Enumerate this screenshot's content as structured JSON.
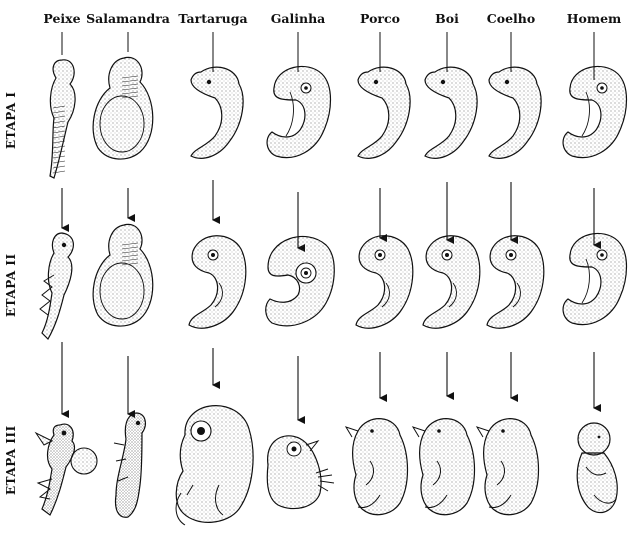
{
  "columns": [
    "Peixe",
    "Salamandra",
    "Tartaruga",
    "Galinha",
    "Porco",
    "Boi",
    "Coelho",
    "Homem"
  ],
  "rows": [
    "ETAPA I",
    "ETAPA II",
    "ETAPA III"
  ],
  "embryos": [
    {
      "species": "Peixe",
      "stage": "ETAPA I",
      "shape": "curved-body"
    },
    {
      "species": "Salamandra",
      "stage": "ETAPA I",
      "shape": "yolk-sac"
    },
    {
      "species": "Tartaruga",
      "stage": "ETAPA I",
      "shape": "c-curl"
    },
    {
      "species": "Galinha",
      "stage": "ETAPA I",
      "shape": "c-curl-large-head"
    },
    {
      "species": "Porco",
      "stage": "ETAPA I",
      "shape": "c-curl"
    },
    {
      "species": "Boi",
      "stage": "ETAPA I",
      "shape": "c-curl"
    },
    {
      "species": "Coelho",
      "stage": "ETAPA I",
      "shape": "c-curl"
    },
    {
      "species": "Homem",
      "stage": "ETAPA I",
      "shape": "c-curl-large-head"
    },
    {
      "species": "Peixe",
      "stage": "ETAPA II",
      "shape": "fish-larva"
    },
    {
      "species": "Salamandra",
      "stage": "ETAPA II",
      "shape": "yolk-sac"
    },
    {
      "species": "Tartaruga",
      "stage": "ETAPA II",
      "shape": "c-curl-eye"
    },
    {
      "species": "Galinha",
      "stage": "ETAPA II",
      "shape": "c-curl-eye-large"
    },
    {
      "species": "Porco",
      "stage": "ETAPA II",
      "shape": "c-curl-eye"
    },
    {
      "species": "Boi",
      "stage": "ETAPA II",
      "shape": "c-curl-eye"
    },
    {
      "species": "Coelho",
      "stage": "ETAPA II",
      "shape": "c-curl-eye"
    },
    {
      "species": "Homem",
      "stage": "ETAPA II",
      "shape": "c-curl-large-head"
    },
    {
      "species": "Peixe",
      "stage": "ETAPA III",
      "shape": "fish-juvenile"
    },
    {
      "species": "Salamandra",
      "stage": "ETAPA III",
      "shape": "salamander-larva"
    },
    {
      "species": "Tartaruga",
      "stage": "ETAPA III",
      "shape": "turtle-fetus"
    },
    {
      "species": "Galinha",
      "stage": "ETAPA III",
      "shape": "chick-fetus"
    },
    {
      "species": "Porco",
      "stage": "ETAPA III",
      "shape": "mammal-fetus"
    },
    {
      "species": "Boi",
      "stage": "ETAPA III",
      "shape": "mammal-fetus"
    },
    {
      "species": "Coelho",
      "stage": "ETAPA III",
      "shape": "mammal-fetus"
    },
    {
      "species": "Homem",
      "stage": "ETAPA III",
      "shape": "human-fetus"
    }
  ]
}
